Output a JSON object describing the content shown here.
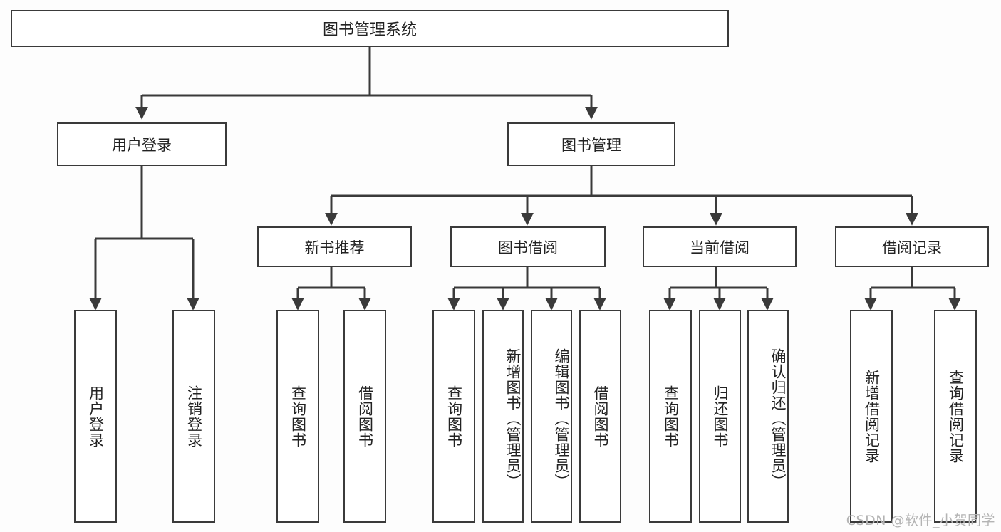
{
  "diagram": {
    "type": "hierarchy-tree",
    "title": "图书管理系统",
    "root": {
      "label": "图书管理系统"
    },
    "level2": [
      {
        "label": "用户登录"
      },
      {
        "label": "图书管理"
      }
    ],
    "level3": [
      {
        "label": "新书推荐"
      },
      {
        "label": "图书借阅"
      },
      {
        "label": "当前借阅"
      },
      {
        "label": "借阅记录"
      }
    ],
    "leaves": {
      "user_login": [
        {
          "label": "用户登录"
        },
        {
          "label": "注销登录"
        }
      ],
      "new_book_recommend": [
        {
          "label": "查询图书"
        },
        {
          "label": "借阅图书"
        }
      ],
      "book_borrow": [
        {
          "label": "查询图书"
        },
        {
          "label": "新增图书（管理员）"
        },
        {
          "label": "编辑图书（管理员）"
        },
        {
          "label": "借阅图书"
        }
      ],
      "current_borrow": [
        {
          "label": "查询图书"
        },
        {
          "label": "归还图书"
        },
        {
          "label": "确认归还（管理员）"
        }
      ],
      "borrow_record": [
        {
          "label": "新增借阅记录"
        },
        {
          "label": "查询借阅记录"
        }
      ]
    },
    "watermark": "CSDN @软件_小贺同学",
    "colors": {
      "border": "#3a3a3a",
      "background": "#fdfdfd",
      "box_fill": "#ffffff",
      "text": "#222222",
      "watermark": "#b4b4b4"
    }
  }
}
